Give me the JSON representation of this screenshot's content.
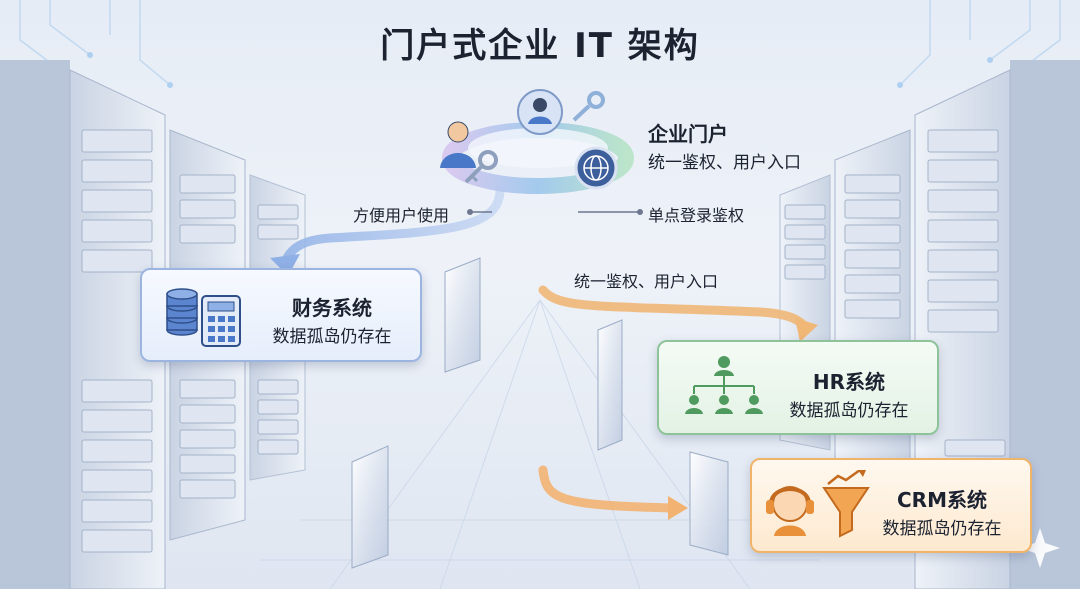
{
  "title": "门户式企业 IT 架构",
  "portal": {
    "name": "企业门户",
    "subtitle": "统一鉴权、用户入口"
  },
  "annotations": {
    "user_convenience": "方便用户使用",
    "sso": "单点登录鉴权",
    "auth_flow": "统一鉴权、用户入口"
  },
  "systems": {
    "finance": {
      "name": "财务系统",
      "desc": "数据孤岛仍存在",
      "accent": "#4a7bd0"
    },
    "hr": {
      "name": "HR系统",
      "desc": "数据孤岛仍存在",
      "accent": "#4f9a5f"
    },
    "crm": {
      "name": "CRM系统",
      "desc": "数据孤岛仍存在",
      "accent": "#e8903a"
    }
  },
  "icons": [
    "user-key-icon",
    "portal-ring-icon",
    "globe-icon",
    "database-calculator-icon",
    "org-chart-icon",
    "headset-agent-icon",
    "funnel-chart-icon",
    "sparkle-icon"
  ]
}
